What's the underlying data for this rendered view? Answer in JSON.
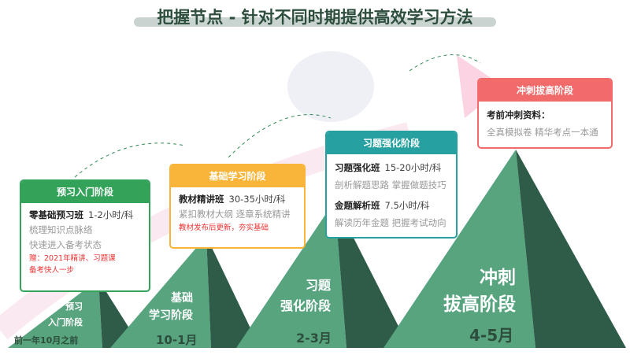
{
  "title": "把握节点 - 针对不同时期提供高效学习方法",
  "colors": {
    "mountain_light": "#57a47f",
    "mountain_dark": "#2f5c49",
    "stage1": "#34a35a",
    "stage2": "#f9b53a",
    "stage3": "#26a0a0",
    "stage4": "#f26b6b"
  },
  "stages": [
    {
      "card_title": "预习入门阶段",
      "course": "零基础预习班",
      "hours": "1-2小时/科",
      "desc": [
        "梳理知识点脉络",
        "快速进入备考状态"
      ],
      "note": [
        "赠：2021年精讲、习题课",
        "备考快人一步"
      ],
      "label": [
        "预习",
        "入门阶段"
      ],
      "period": "前一年10月之前"
    },
    {
      "card_title": "基础学习阶段",
      "course": "教材精讲班",
      "hours": "30-35小时/科",
      "desc": [
        "紧扣教材大纲 逐章系统精讲"
      ],
      "note": [
        "教材发布后更新，夯实基础"
      ],
      "label": [
        "基础",
        "学习阶段"
      ],
      "period": "10-1月"
    },
    {
      "card_title": "习题强化阶段",
      "courses": [
        {
          "course": "习题强化班",
          "hours": "15-20小时/科",
          "desc": "剖析解题思路 掌握做题技巧"
        },
        {
          "course": "金题解析班",
          "hours": "7.5小时/科",
          "desc": "解读历年金题 把握考试动向"
        }
      ],
      "label": [
        "习题",
        "强化阶段"
      ],
      "period": "2-3月"
    },
    {
      "card_title": "冲刺拔高阶段",
      "course": "考前冲刺资料：",
      "desc": [
        "全真模拟卷 精华考点一本通"
      ],
      "label": [
        "冲刺",
        "拔高阶段"
      ],
      "period": "4-5月"
    }
  ]
}
